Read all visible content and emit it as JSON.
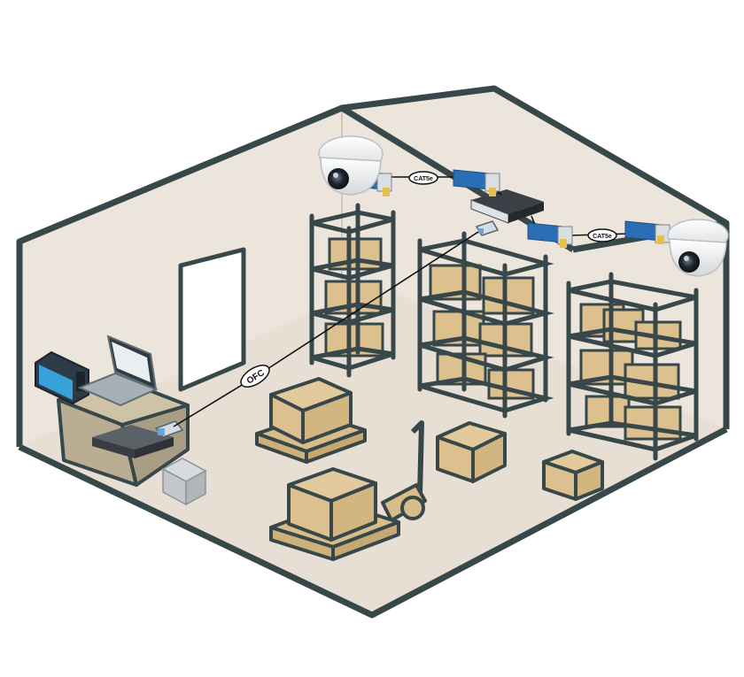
{
  "labels": {
    "cat5e_left": "CAT5e",
    "cat5e_right": "CAT5e",
    "ofc": "OFC"
  },
  "colors": {
    "wall_outline": "#37474a",
    "floor": "#e9e1d6",
    "wall_fill": "#ede6dc",
    "box": "#dcc18f",
    "box_side": "#cfb27c",
    "pallet": "#d8bd88",
    "balun": "#2a6fb5",
    "cable": "#111111"
  },
  "icons": {
    "camera": "dome-camera-icon",
    "switch": "poe-switch-icon",
    "laptop": "laptop-icon",
    "nvr": "nvr-icon",
    "monitor": "tablet-monitor-icon",
    "power": "power-supply-icon",
    "converter": "media-converter-icon"
  }
}
